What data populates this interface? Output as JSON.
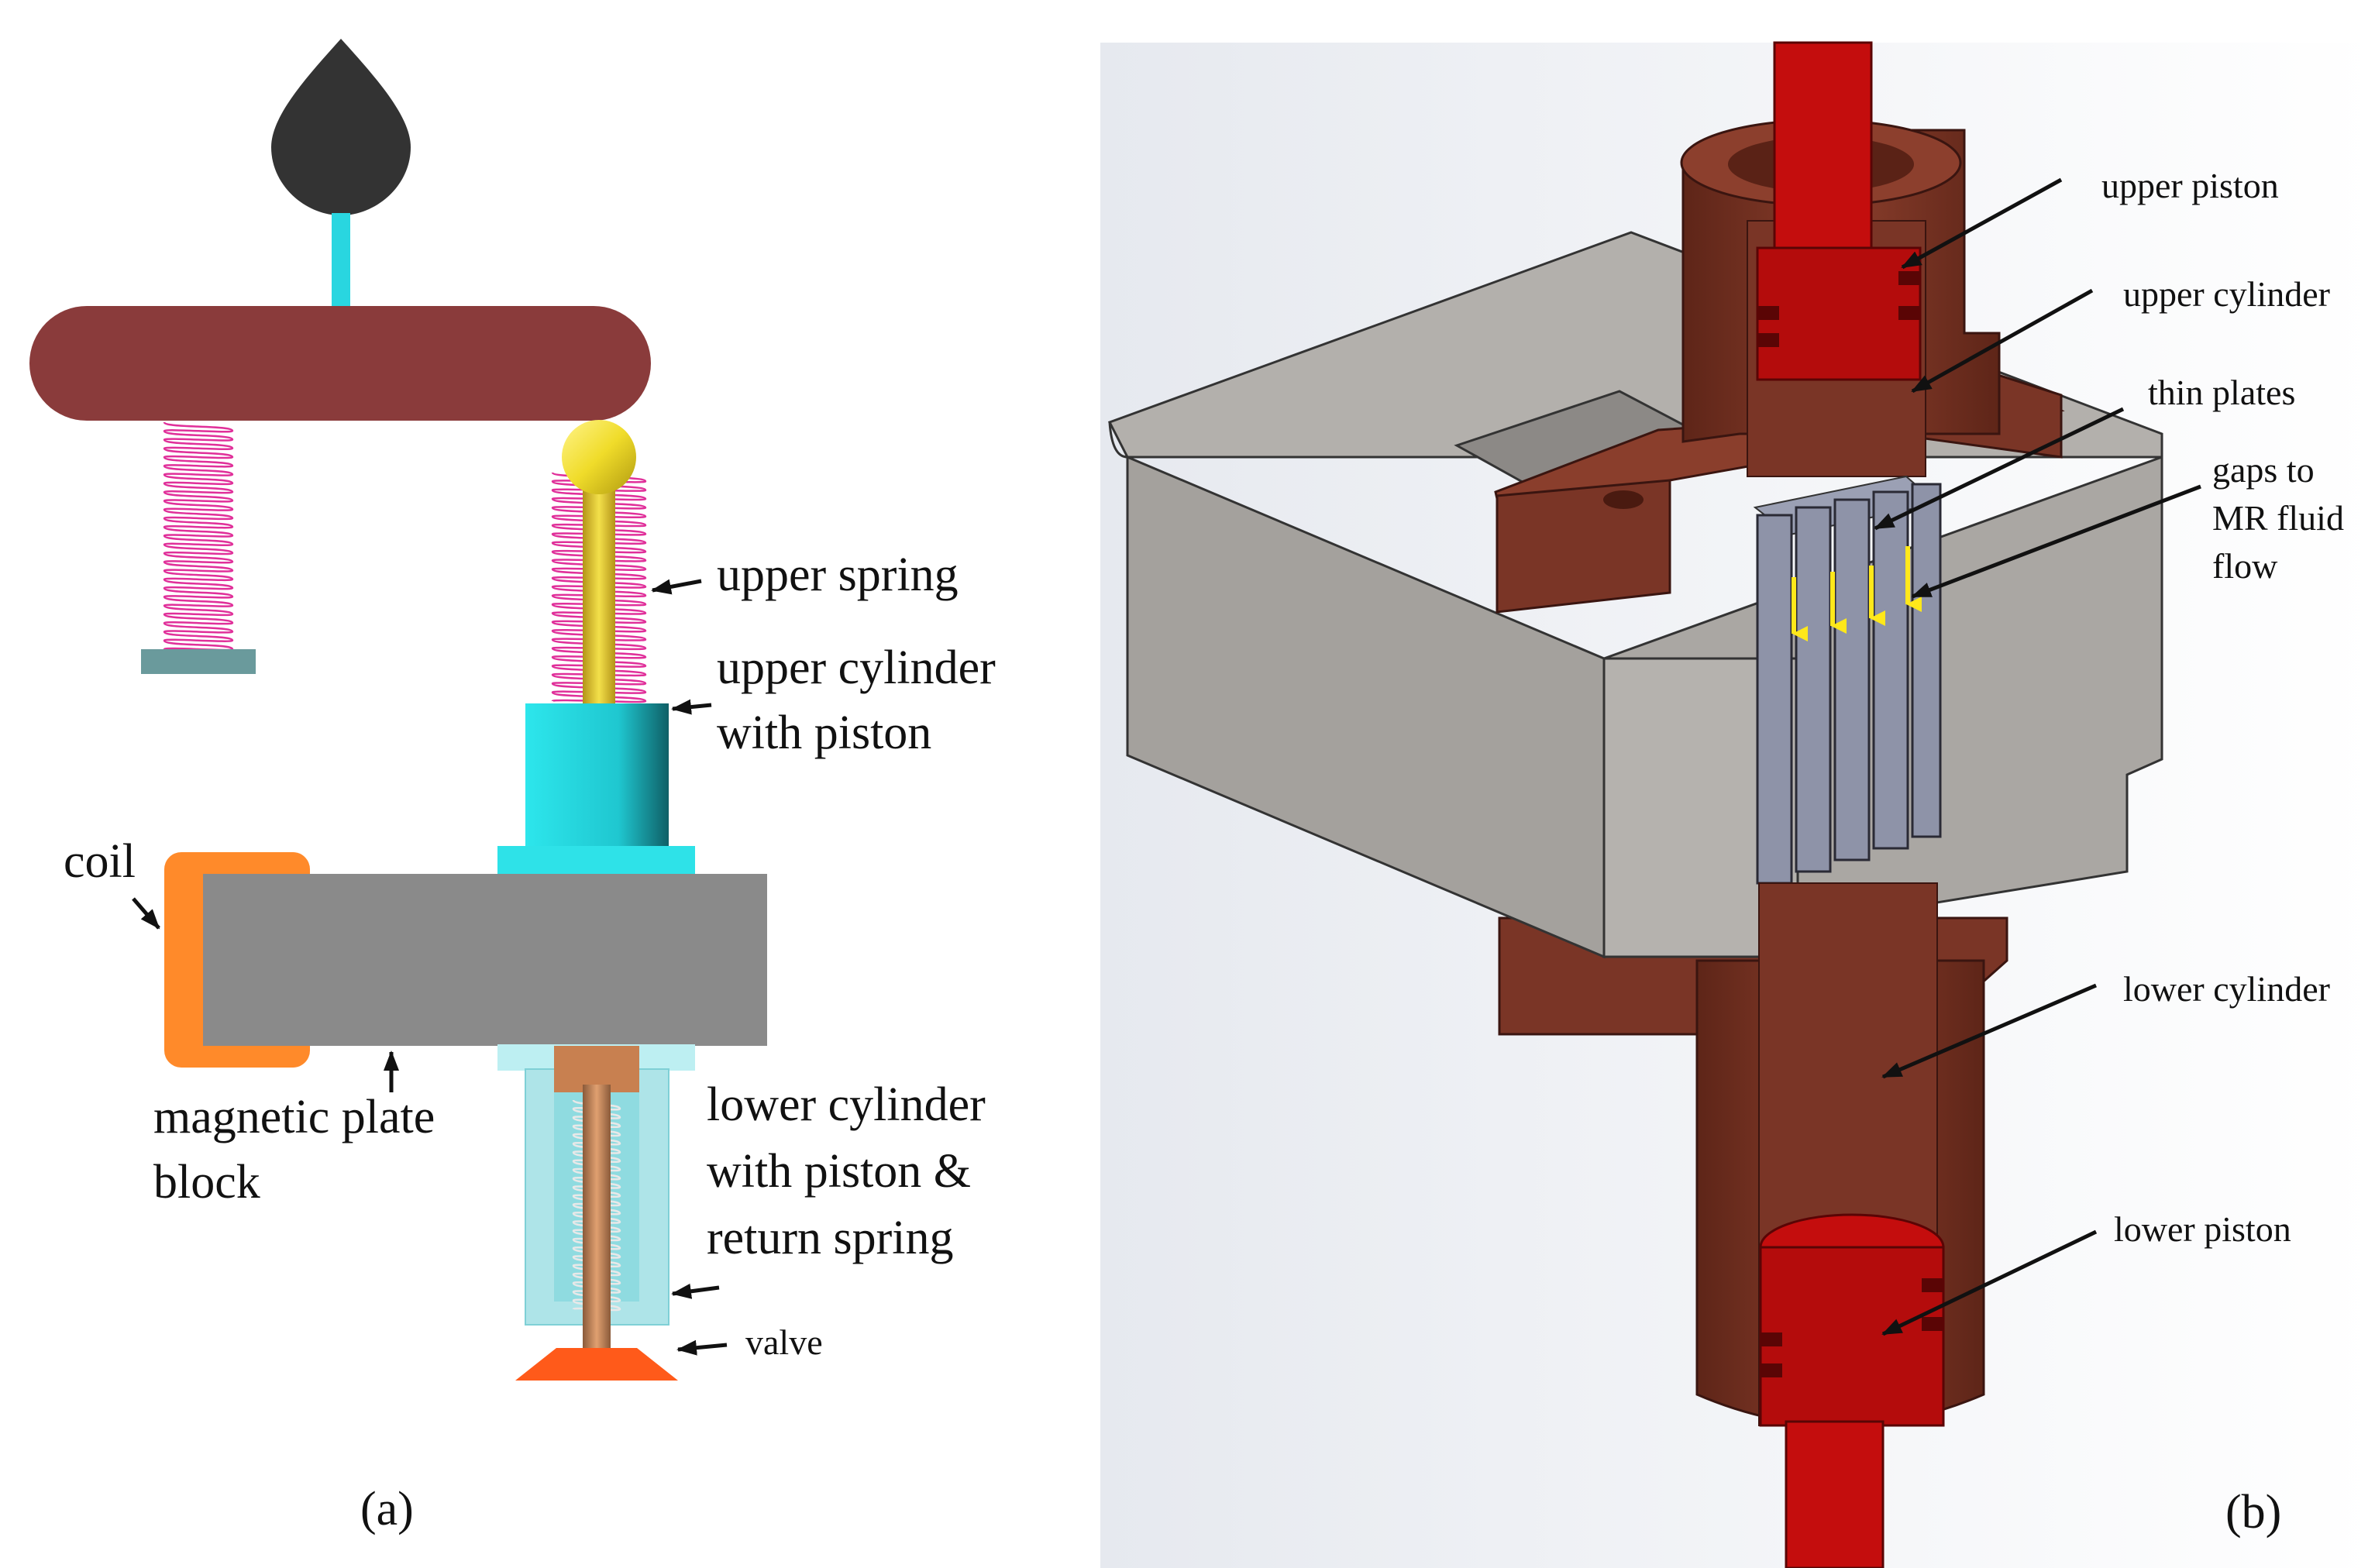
{
  "panel_a": {
    "caption": "(a)",
    "labels": {
      "upper_spring": "upper spring",
      "upper_cylinder_line1": "upper cylinder",
      "upper_cylinder_line2": "with piston",
      "coil": "coil",
      "magnetic_line1": "magnetic plate",
      "magnetic_line2": "block",
      "lower_cylinder_line1": "lower cylinder",
      "lower_cylinder_line2": "with  piston &",
      "lower_cylinder_line3": "return spring",
      "valve": "valve"
    }
  },
  "panel_b": {
    "caption": "(b)",
    "labels": {
      "upper_piston": "upper piston",
      "upper_cylinder": "upper cylinder",
      "thin_plates": "thin plates",
      "gaps_line1": "gaps to",
      "gaps_line2": "MR fluid",
      "gaps_line3": "flow",
      "lower_cylinder": "lower cylinder",
      "lower_piston": "lower piston"
    }
  },
  "colors": {
    "pedal": "#8a3b3b",
    "knob": "#333333",
    "stem": "#29d6e0",
    "cylinder_cyan": "#27e3ea",
    "plate_gray": "#8a8a8a",
    "coil_orange": "#ff8a2a",
    "spring_pink": "#e0309a",
    "ball_yellow": "#f2e23a",
    "valve_orange": "#ff5a1a",
    "housing_gray": "#a9a6a2",
    "cylinder_brown": "#7a3526",
    "piston_red": "#c40d0d",
    "plate_blue": "#8e93a8",
    "arrow_yellow": "#ffe81a"
  }
}
